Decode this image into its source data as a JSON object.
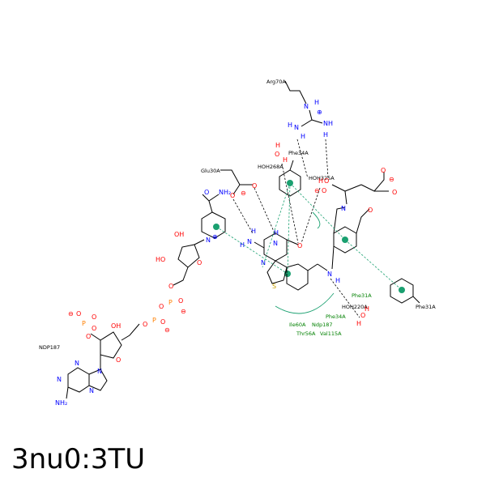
{
  "caption": "3nu0:3TU",
  "residues": {
    "arg70": "Arg70A",
    "phe34a_top": "Phe34A",
    "glu30": "Glu30A",
    "hoh268": "HOH268A",
    "hoh325": "HOH325A",
    "phe31_right": "Phe31A",
    "hoh220": "HOH220A",
    "ndp187": "NDP187"
  },
  "hydrophobic": {
    "phe31": "Phe31A",
    "phe34": "Phe34A",
    "ile60": "Ile60A",
    "ndp187": "Ndp187",
    "thr56": "Thr56A",
    "val115": "Val115A"
  },
  "atoms": {
    "nh2_nic": "NH₂",
    "oh1": "OH",
    "oh2": "HO",
    "oh3": "OH",
    "p1": "P",
    "p2": "P",
    "p3": "P",
    "nh2_ad": "NH₂",
    "n": "N",
    "o": "O",
    "h": "H",
    "s": "S",
    "minus": "⊖",
    "plus": "⊕"
  },
  "colors": {
    "nitrogen": "#0000ff",
    "oxygen": "#ff0000",
    "phosphorus": "#ff8000",
    "sulfur": "#c8a000",
    "interaction_green": "#1aa070",
    "hydrophobic_text": "#008000"
  }
}
